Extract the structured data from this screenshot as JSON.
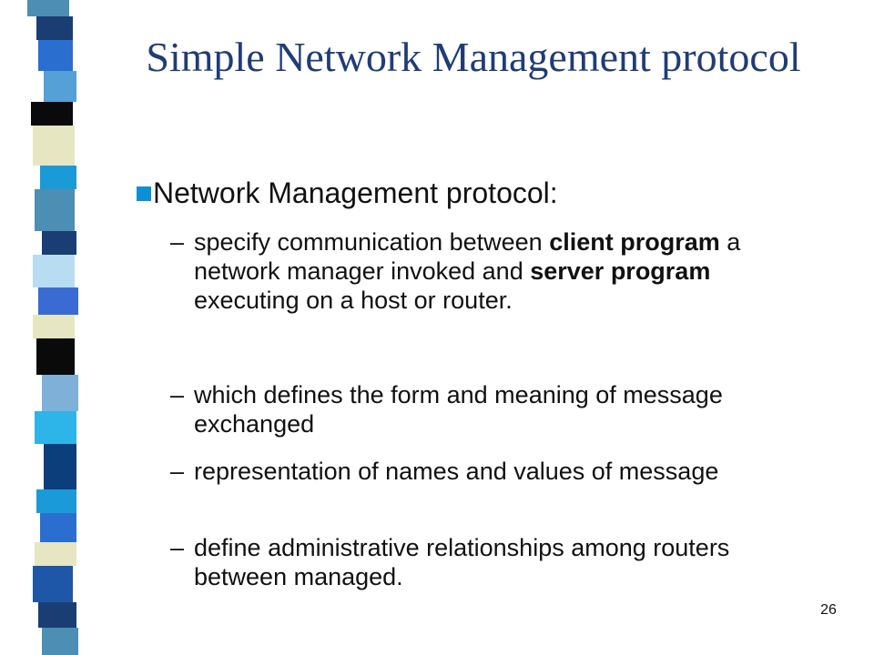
{
  "slide": {
    "title": "Simple Network Management protocol",
    "bullet": "Network Management protocol:",
    "page_number": "26"
  },
  "items": [
    {
      "dash": "–",
      "parts": [
        {
          "text": "specify communication between ",
          "bold": false
        },
        {
          "text": "client program",
          "bold": true
        },
        {
          "text": " a network manager invoked and ",
          "bold": false
        },
        {
          "text": "server program",
          "bold": true
        },
        {
          "text": " executing on a host or router.",
          "bold": false
        }
      ]
    },
    {
      "dash": "–",
      "parts": [
        {
          "text": "which defines the form and meaning of message exchanged",
          "bold": false
        }
      ]
    },
    {
      "dash": "–",
      "parts": [
        {
          "text": "representation of names and values of message",
          "bold": false
        }
      ]
    },
    {
      "dash": "–",
      "parts": [
        {
          "text": "define administrative relationships among routers between managed.",
          "bold": false
        }
      ]
    }
  ],
  "theme": {
    "title_color": "#1f3c78",
    "bullet_color": "#0d8fd6",
    "stripe_colors": [
      "#4d8eb4",
      "#1a3e73",
      "#2a6fd0",
      "#0a0a0a",
      "#e6e6c2",
      "#55a0d6",
      "#1b9ad8",
      "#3a6bd3",
      "#b8dcf2",
      "#0b3e7a",
      "#2db4e8",
      "#7fb0d7",
      "#e6e6c2",
      "#1e57a8"
    ]
  }
}
